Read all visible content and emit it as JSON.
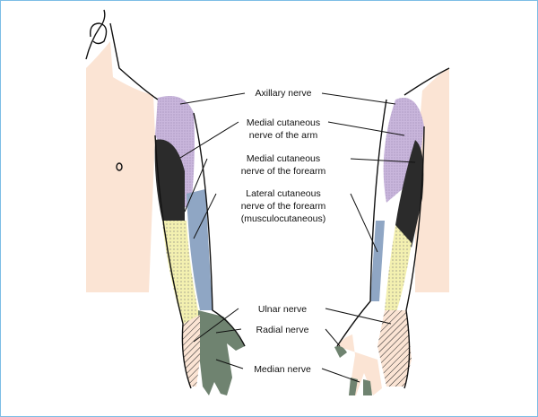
{
  "labels": {
    "axillary": "Axillary nerve",
    "medial_arm_1": "Medial cutaneous",
    "medial_arm_2": "nerve of the arm",
    "medial_forearm_1": "Medial cutaneous",
    "medial_forearm_2": "nerve of the forearm",
    "lateral_1": "Lateral cutaneous",
    "lateral_2": "nerve of the forearm",
    "lateral_3": "(musculocutaneous)",
    "ulnar": "Ulnar nerve",
    "radial": "Radial nerve",
    "median": "Median nerve"
  },
  "colors": {
    "skin": "#fbe4d4",
    "axillary": "#c9b6dc",
    "medial_arm": "#2b2b2b",
    "medial_forearm": "#8fa6c4",
    "lateral": "#f3f0b0",
    "median": "#6f8370",
    "border": "#7dbde6"
  }
}
